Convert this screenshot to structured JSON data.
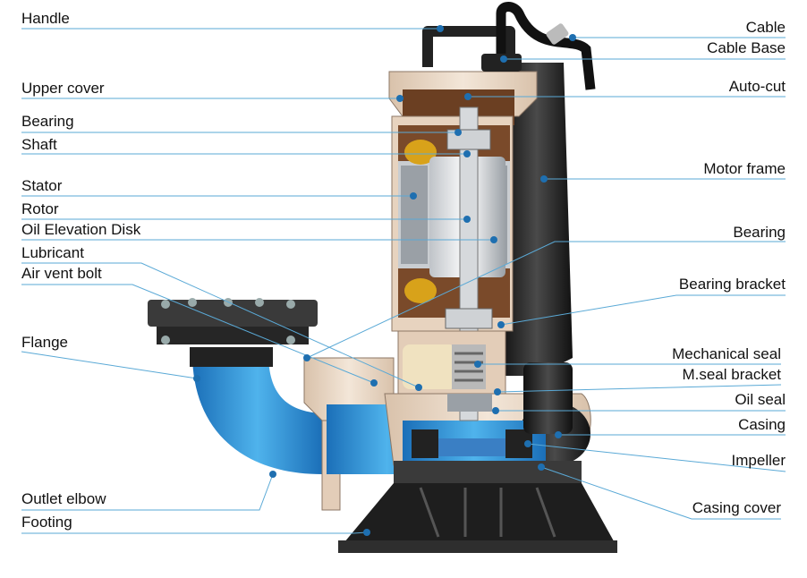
{
  "diagram": {
    "colors": {
      "leader": "#5aa9d6",
      "water": "#2a8fd8",
      "casting": "#e8d6c4",
      "motor_body": "#2b2b2b",
      "oil": "#7a4a2a"
    },
    "left_labels": [
      {
        "id": "handle",
        "text": "Handle"
      },
      {
        "id": "upper-cover",
        "text": "Upper cover"
      },
      {
        "id": "bearing-top",
        "text": "Bearing"
      },
      {
        "id": "shaft",
        "text": "Shaft"
      },
      {
        "id": "stator",
        "text": "Stator"
      },
      {
        "id": "rotor",
        "text": "Rotor"
      },
      {
        "id": "oil-elevation-disk",
        "text": "Oil Elevation Disk"
      },
      {
        "id": "lubricant",
        "text": "Lubricant"
      },
      {
        "id": "air-vent-bolt",
        "text": "Air vent bolt"
      },
      {
        "id": "flange",
        "text": "Flange"
      },
      {
        "id": "outlet-elbow",
        "text": "Outlet elbow"
      },
      {
        "id": "footing",
        "text": "Footing"
      }
    ],
    "right_labels": [
      {
        "id": "cable",
        "text": "Cable"
      },
      {
        "id": "cable-base",
        "text": "Cable Base"
      },
      {
        "id": "auto-cut",
        "text": "Auto-cut"
      },
      {
        "id": "motor-frame",
        "text": "Motor frame"
      },
      {
        "id": "bearing-lower",
        "text": "Bearing"
      },
      {
        "id": "bearing-bracket",
        "text": "Bearing bracket"
      },
      {
        "id": "mechanical-seal",
        "text": "Mechanical seal"
      },
      {
        "id": "m-seal-bracket",
        "text": "M.seal bracket"
      },
      {
        "id": "oil-seal",
        "text": "Oil seal"
      },
      {
        "id": "casing",
        "text": "Casing"
      },
      {
        "id": "impeller",
        "text": "Impeller"
      },
      {
        "id": "casing-cover",
        "text": "Casing cover"
      }
    ]
  }
}
